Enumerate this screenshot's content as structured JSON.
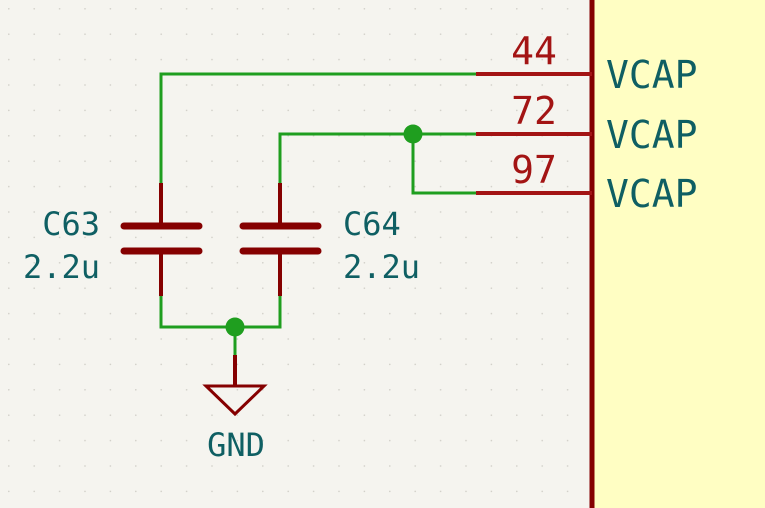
{
  "schematic": {
    "colors": {
      "background": "#f5f4ef",
      "grid_dot": "#c9c7c0",
      "wire": "#1f9e1f",
      "component": "#850000",
      "pin": "#a31414",
      "text": "#0f5f63",
      "ic_fill": "#fffec3",
      "junction": "#1f9e1f"
    },
    "ic": {
      "pins": [
        {
          "number": "44",
          "name": "VCAP"
        },
        {
          "number": "72",
          "name": "VCAP"
        },
        {
          "number": "97",
          "name": "VCAP"
        }
      ]
    },
    "capacitors": [
      {
        "ref": "C63",
        "value": "2.2u"
      },
      {
        "ref": "C64",
        "value": "2.2u"
      }
    ],
    "power": {
      "label": "GND"
    }
  }
}
